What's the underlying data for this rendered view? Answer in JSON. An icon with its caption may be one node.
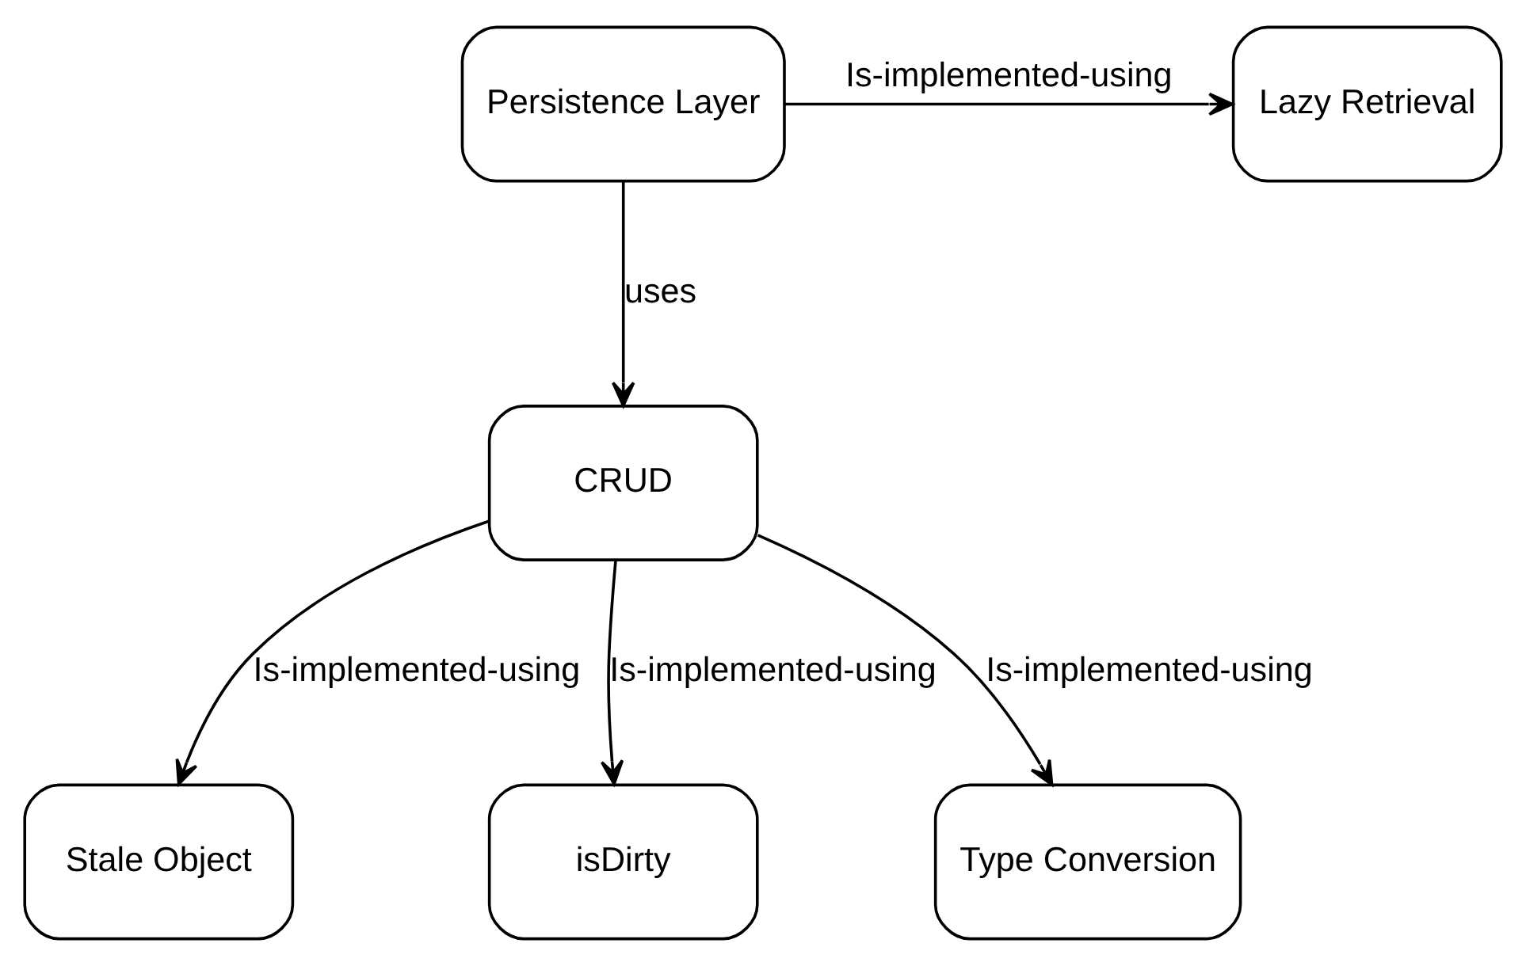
{
  "diagram": {
    "nodes": [
      {
        "text": [
          "Persistence Layer"
        ]
      },
      {
        "text": [
          "Lazy Retrieval"
        ]
      },
      {
        "text": [
          "CRUD"
        ]
      },
      {
        "text": [
          "Stale Object"
        ]
      },
      {
        "text": [
          "isDirty"
        ]
      },
      {
        "text": [
          "Type Conversion"
        ]
      }
    ],
    "edges": [
      {
        "from": 0,
        "to": 1,
        "arrow": "to",
        "label": "Is-implemented-using"
      },
      {
        "from": 0,
        "to": 2,
        "arrow": "to",
        "label": "uses"
      },
      {
        "from": 2,
        "to": 3,
        "arrow": "to",
        "label": "Is-implemented-using"
      },
      {
        "from": 2,
        "to": 4,
        "arrow": "to",
        "label": "Is-implemented-using"
      },
      {
        "from": 2,
        "to": 5,
        "arrow": "to",
        "label": "Is-implemented-using"
      }
    ]
  }
}
